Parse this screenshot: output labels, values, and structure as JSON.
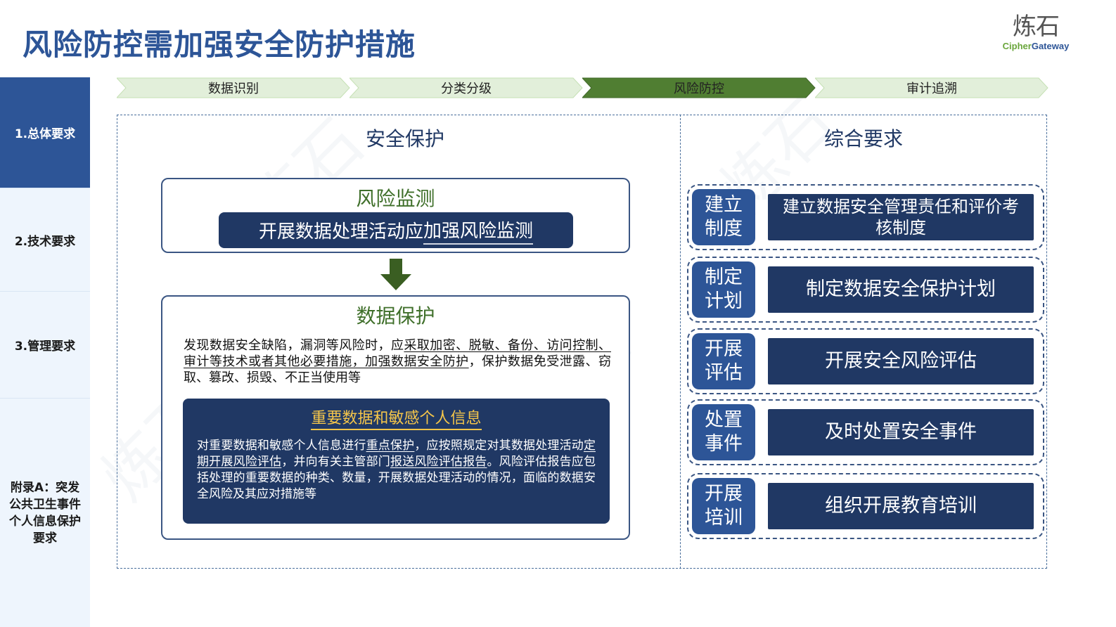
{
  "header": {
    "title": "风险防控需加强安全防护措施",
    "logo": {
      "cn": "炼石",
      "en_part1": "Cipher",
      "en_part2": "Gateway"
    }
  },
  "colors": {
    "primary_blue": "#2d5597",
    "dark_navy": "#203864",
    "active_green": "#507e32",
    "light_green": "#e2efda",
    "title_green": "#3f6f2a",
    "highlight_yellow": "#f4c54a",
    "sidebar_bg": "#eef5fd"
  },
  "sidebar": {
    "items": [
      {
        "label": "1.总体要求",
        "active": true
      },
      {
        "label": "2.技术要求",
        "active": false
      },
      {
        "label": "3.管理要求",
        "active": false
      },
      {
        "label": "附录A：突发公共卫生事件个人信息保护要求",
        "active": false
      }
    ]
  },
  "process": {
    "steps": [
      {
        "label": "数据识别",
        "active": false
      },
      {
        "label": "分类分级",
        "active": false
      },
      {
        "label": "风险防控",
        "active": true
      },
      {
        "label": "审计追溯",
        "active": false
      }
    ]
  },
  "left": {
    "section_title": "安全保护",
    "monitor": {
      "title": "风险监测",
      "pill_plain": "开展数据处理活动应",
      "pill_underlined": "加强风险监测"
    },
    "arrow_icon": "arrow-down",
    "protect": {
      "title": "数据保护",
      "text_1": "发现数据安全缺陷，漏洞等风险时，应",
      "text_2_ul": "采取加密、脱敏、备份、访问控制、审计等技术或者其他必要措施，加强数据安全防护",
      "text_3": "，保护数据免受泄露、窃取、篡改、损毁、不正当使用等",
      "important": {
        "title": "重要数据和敏感个人信息",
        "b1": "对重要数据和敏感个人信息进行",
        "b2_ul": "重点保护",
        "b3": "，应按照规定对其数据处理活动",
        "b4_ul": "定期开展风险评估",
        "b5": "，并向有关主管部门",
        "b6_ul": "报送风险评估报告",
        "b7": "。风险评估报告应包括处理的重要数据的种类、数量，开展数据处理活动的情况，面临的数据安全风险及其应对措施等"
      }
    }
  },
  "right": {
    "section_title": "综合要求",
    "rows": [
      {
        "tag": "建立制度",
        "text": "建立数据安全管理责任和评价考核制度"
      },
      {
        "tag": "制定计划",
        "text": "制定数据安全保护计划"
      },
      {
        "tag": "开展评估",
        "text": "开展安全风险评估"
      },
      {
        "tag": "处置事件",
        "text": "及时处置安全事件"
      },
      {
        "tag": "开展培训",
        "text": "组织开展教育培训"
      }
    ]
  }
}
